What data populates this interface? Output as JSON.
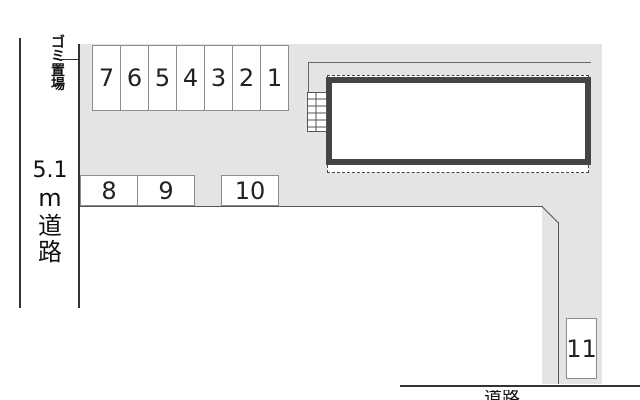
{
  "road_label": {
    "width": "5.1",
    "unit": "m",
    "name_1": "道",
    "name_2": "路"
  },
  "garbage_label": {
    "g1": "ゴ",
    "g2": "ミ",
    "g3": "置",
    "g4": "場"
  },
  "bottom_road_partial": "…道路",
  "slots_top": [
    "7",
    "6",
    "5",
    "4",
    "3",
    "2",
    "1"
  ],
  "slots_middle": [
    "8",
    "9",
    "10"
  ],
  "slot_right": "11",
  "colors": {
    "lot": "#e4e4e4",
    "building_border": "#444444",
    "lines": "#333333"
  }
}
